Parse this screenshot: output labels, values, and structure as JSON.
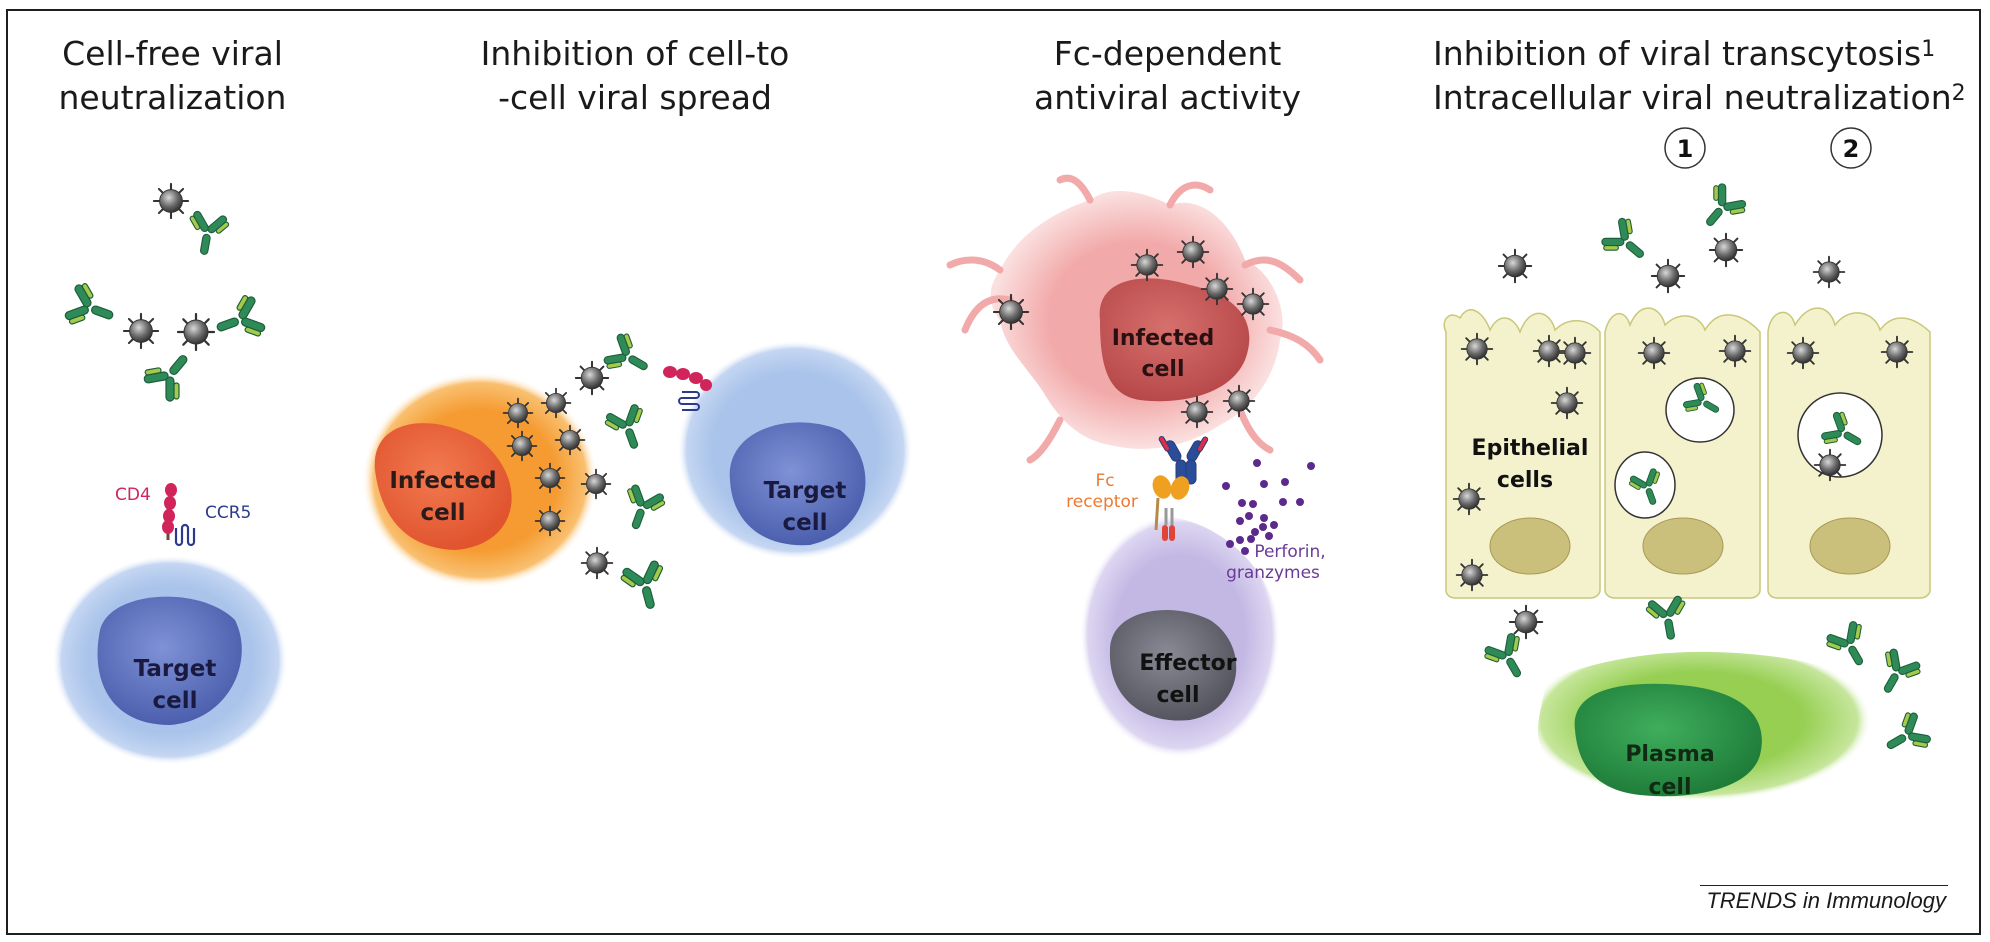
{
  "panels": [
    {
      "id": "cell-free",
      "title_line1": "Cell-free viral",
      "title_line2": "neutralization",
      "labels": {
        "cd4": "CD4",
        "ccr5": "CCR5",
        "target_cell_l1": "Target",
        "target_cell_l2": "cell"
      }
    },
    {
      "id": "cell-to-cell",
      "title_line1": "Inhibition of cell-to",
      "title_line2": "-cell viral spread",
      "labels": {
        "infected_l1": "Infected",
        "infected_l2": "cell",
        "target_l1": "Target",
        "target_l2": "cell"
      }
    },
    {
      "id": "fc-dependent",
      "title_line1": "Fc-dependent",
      "title_line2": "antiviral activity",
      "labels": {
        "infected_l1": "Infected",
        "infected_l2": "cell",
        "fc_l1": "Fc",
        "fc_l2": "receptor",
        "perforin_l1": "Perforin,",
        "perforin_l2": "granzymes",
        "effector_l1": "Effector",
        "effector_l2": "cell"
      }
    },
    {
      "id": "transcytosis",
      "title_line1": "Inhibition of viral transcytosis",
      "title_sup1": "1",
      "title_line2": "Intracellular viral neutralization",
      "title_sup2": "2",
      "labels": {
        "marker1": "1",
        "marker2": "2",
        "epithelial_l1": "Epithelial",
        "epithelial_l2": "cells",
        "plasma_l1": "Plasma",
        "plasma_l2": "cell"
      }
    }
  ],
  "credit": "TRENDS in Immunology",
  "colors": {
    "antibody": "#2e8b57",
    "antibody_light": "#a5c94a",
    "virus": "#555555",
    "cd4": "#d0245a",
    "ccr5": "#2c3a8c",
    "target_cell": "#a9c3ea",
    "target_nucleus": "#5f74c2",
    "infected_outer": "#f7a640",
    "infected_nucleus": "#e9613a",
    "infected_pink": "#f3b2b2",
    "infected_pink_nucleus": "#c85a57",
    "effector_outer": "#c9bfe6",
    "effector_nucleus": "#6b6b78",
    "epithelial": "#f4f2cc",
    "epithelial_nucleus": "#cbbf7c",
    "plasma_outer": "#9fd35d",
    "plasma_nucleus": "#2e9a4c",
    "fc_receptor": "#f0a020",
    "perforin": "#5b2a8c"
  }
}
